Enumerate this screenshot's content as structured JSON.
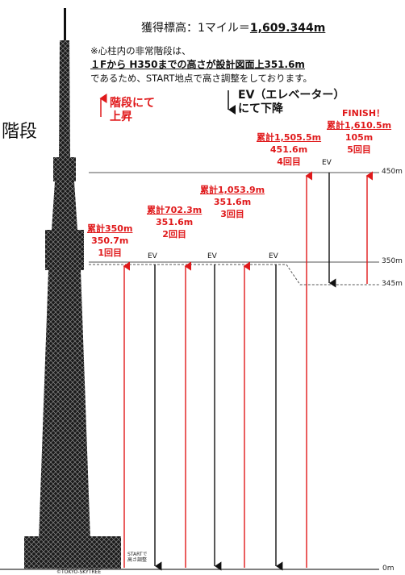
{
  "header": {
    "goal_prefix": "獲得標高：1マイル＝",
    "goal_value": "1,609.344m"
  },
  "note": {
    "line1": "※心柱内の非常階段は、",
    "line2": "１Fから H350までの高さが設計図面上351.6m",
    "line3": "であるため、START地点で高さ調整をしております。"
  },
  "side_label": "階段",
  "legend": {
    "up_line1": "階段にて",
    "up_line2": "上昇",
    "down_line1": "EV（エレベーター）",
    "down_line2": "にて下降"
  },
  "climbs": [
    {
      "total": "累計350m",
      "leg": "350.7m",
      "round": "1回目"
    },
    {
      "total": "累計702.3m",
      "leg": "351.6m",
      "round": "2回目"
    },
    {
      "total": "累計1,053.9m",
      "leg": "351.6m",
      "round": "3回目"
    },
    {
      "total": "累計1,505.5m",
      "leg": "451.6m",
      "round": "4回目"
    },
    {
      "total": "累計1,610.5m",
      "leg": "105m",
      "round": "5回目"
    }
  ],
  "finish_label": "FINISH！",
  "ev_label": "EV",
  "heights": {
    "h450": "450m",
    "h350": "350m",
    "h345": "345m",
    "h0": "0m"
  },
  "start_note_line1": "STARTで",
  "start_note_line2": "高さ調整",
  "copyright": "©TOKYO-SKYTREE",
  "colors": {
    "climb": "#e0191b",
    "ev": "#111111"
  }
}
